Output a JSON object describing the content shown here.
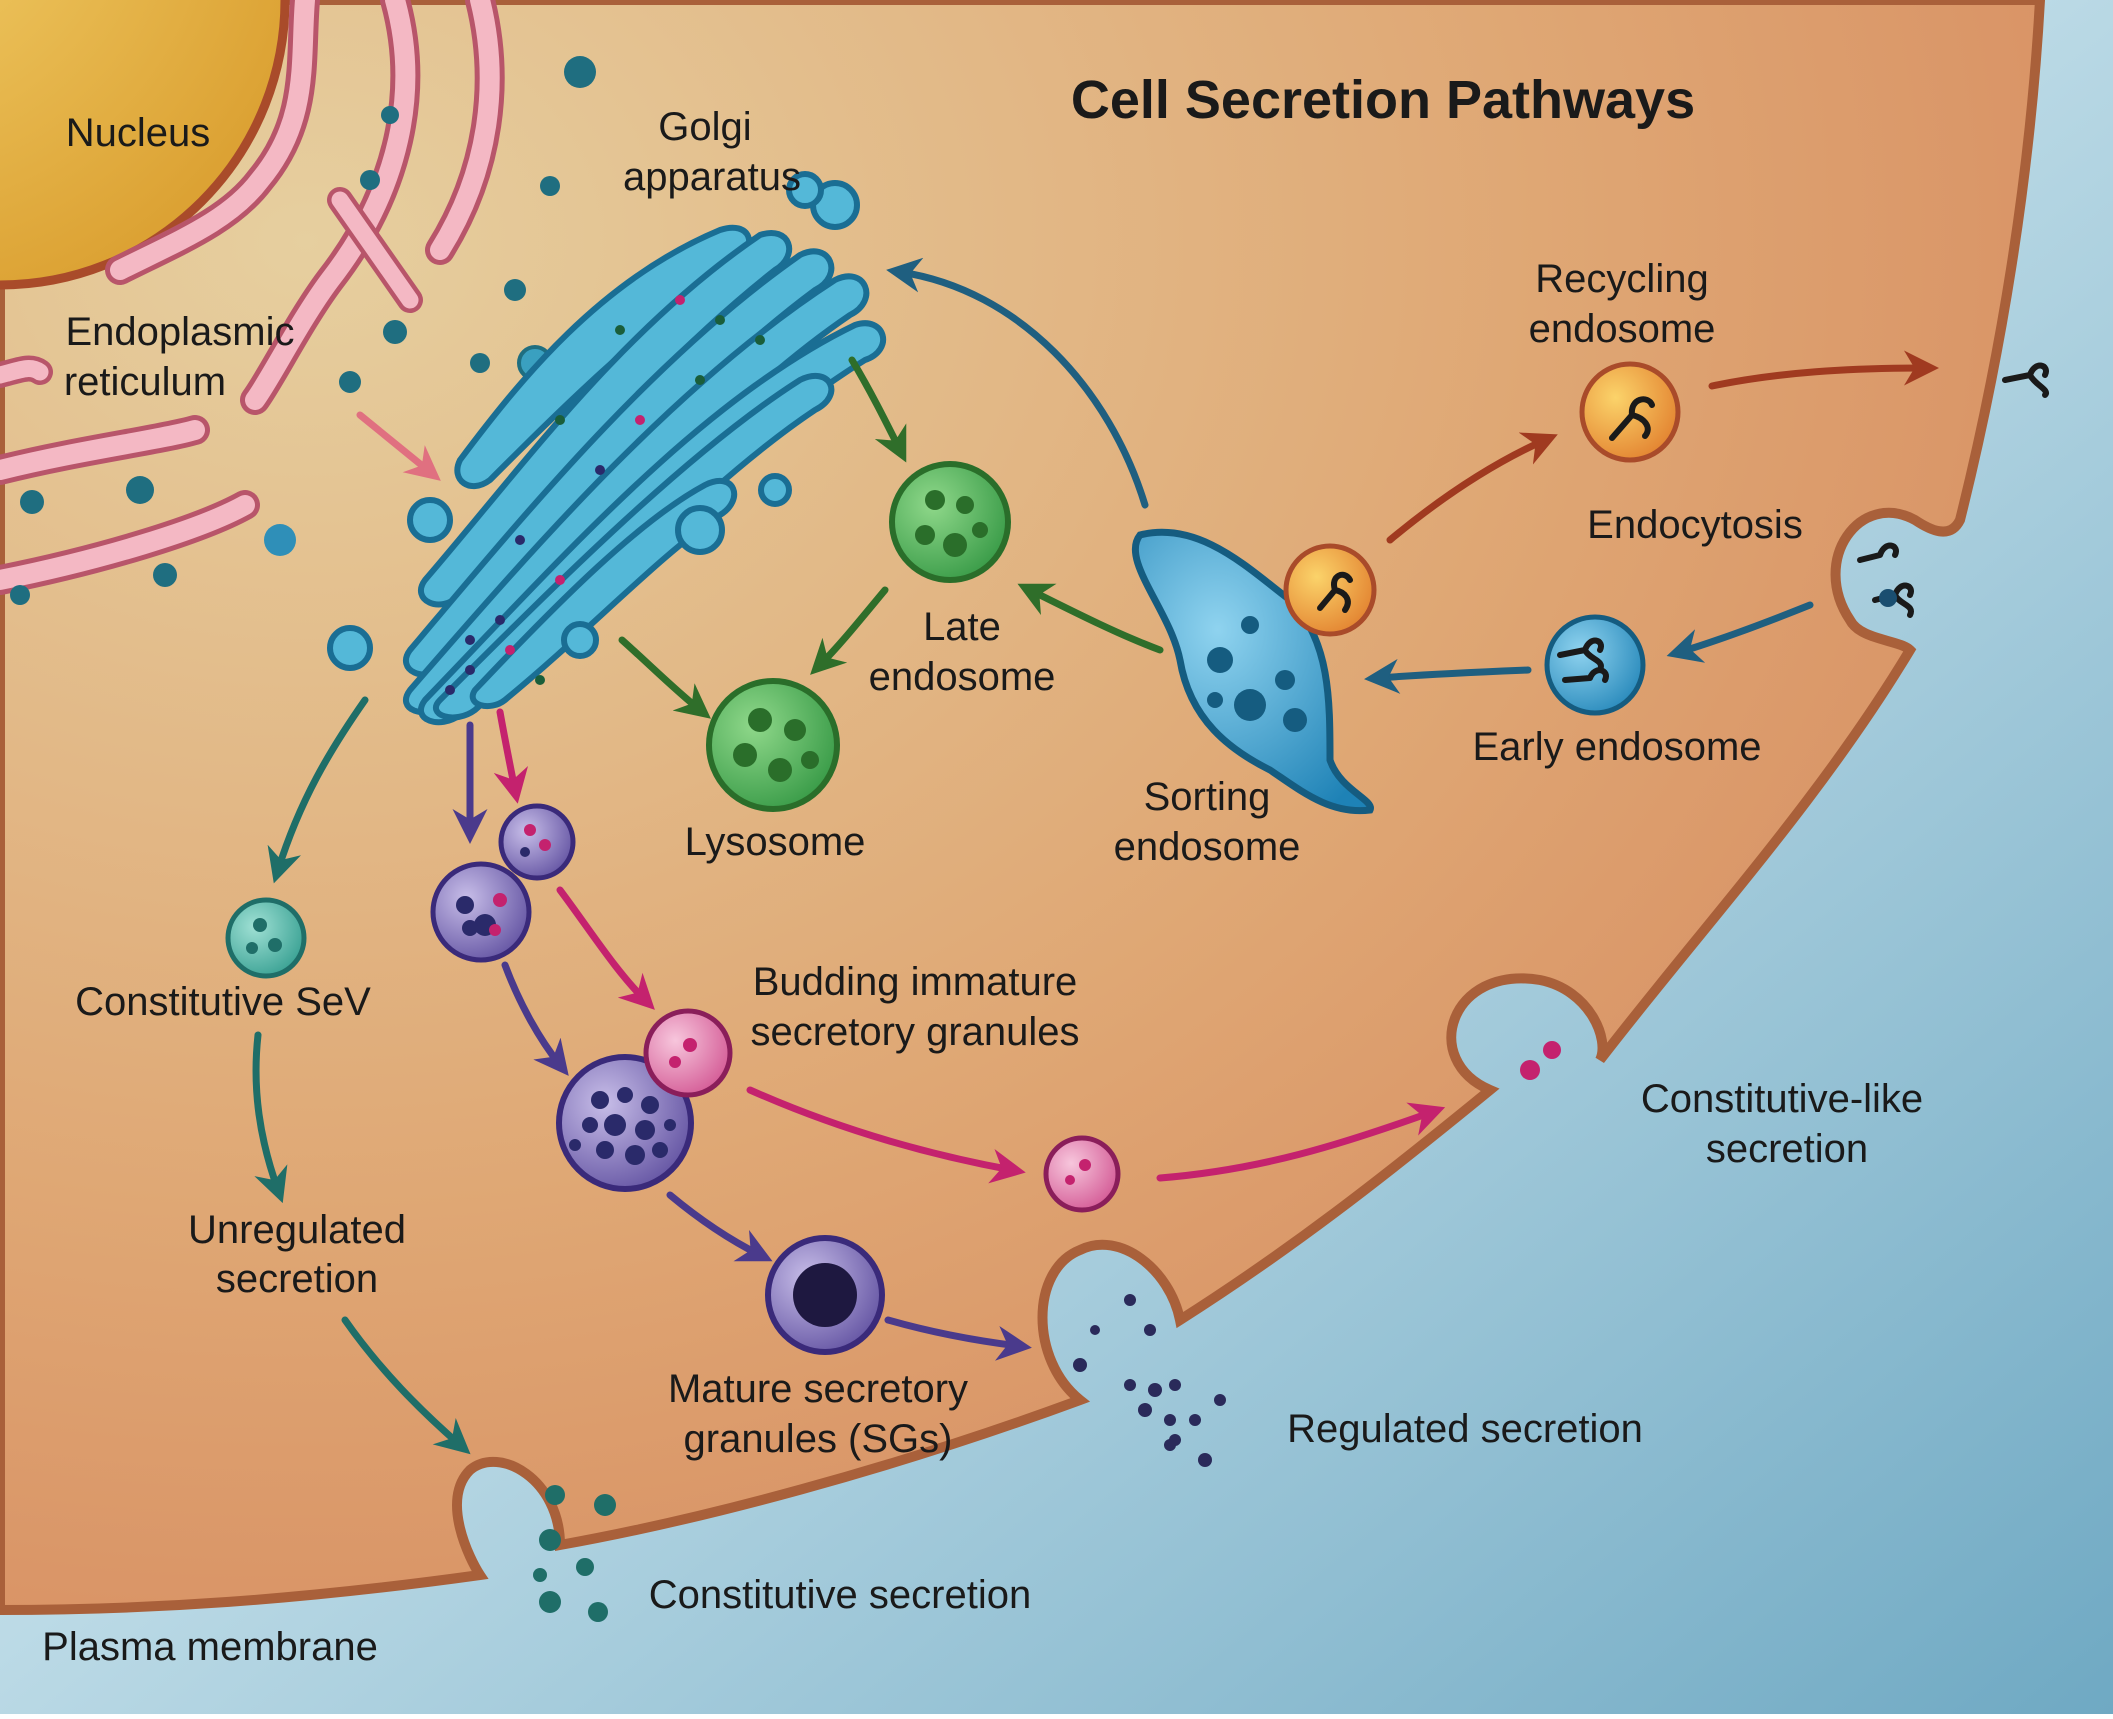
{
  "title": "Cell Secretion Pathways",
  "labels": {
    "nucleus": "Nucleus",
    "er": [
      "Endoplasmic",
      "reticulum"
    ],
    "golgi": [
      "Golgi",
      "apparatus"
    ],
    "late_endosome": [
      "Late",
      "endosome"
    ],
    "lysosome": "Lysosome",
    "sorting_endosome": [
      "Sorting",
      "endosome"
    ],
    "recycling_endosome": [
      "Recycling",
      "endosome"
    ],
    "endocytosis": "Endocytosis",
    "early_endosome": "Early endosome",
    "constitutive_sev": "Constitutive SeV",
    "unregulated_secretion": [
      "Unregulated",
      "secretion"
    ],
    "budding_granules": [
      "Budding immature",
      "secretory granules"
    ],
    "constitutive_like": [
      "Constitutive-like",
      "secretion"
    ],
    "mature_granules": [
      "Mature secretory",
      "granules (SGs)"
    ],
    "regulated_secretion": "Regulated secretion",
    "constitutive_secretion": "Constitutive secretion",
    "plasma_membrane": "Plasma membrane"
  },
  "colors": {
    "cytoplasm_light": "#e2c898",
    "cytoplasm_dark": "#d98a5c",
    "membrane": "#a9603a",
    "extracellular": "#cfe6ef",
    "nucleus": "#e0a93b",
    "er": "#e8a2b0",
    "golgi": "#2f8fb8",
    "late_endosome": "#3fa84a",
    "sorting_endosome": "#1f8cc0",
    "recycling_endosome": "#e68a2a",
    "constitutive": "#2e8a80",
    "magenta": "#c4226e",
    "purple": "#4a3a8c",
    "blue_arrow": "#1f5f80",
    "red_arrow": "#a03a20"
  },
  "icons": [
    "receptor-icon"
  ]
}
